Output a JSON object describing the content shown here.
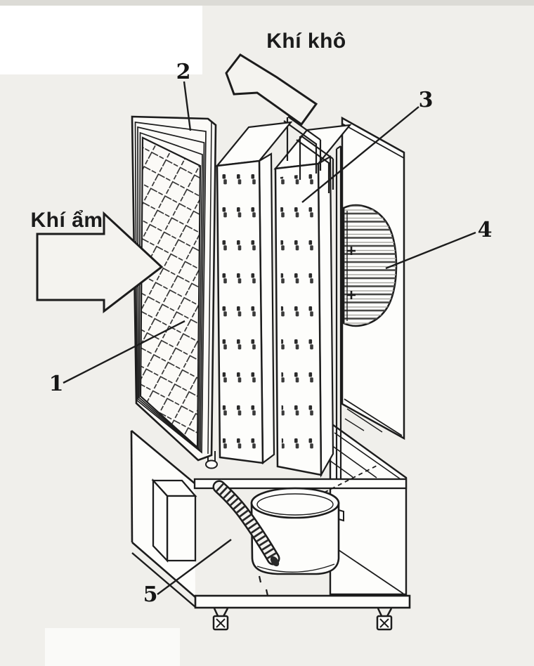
{
  "flow_labels": {
    "dry_air": "Khí khô",
    "humid_air": "Khí ẩm"
  },
  "parts": [
    {
      "label": "1"
    },
    {
      "label": "2"
    },
    {
      "label": "3"
    },
    {
      "label": "4"
    },
    {
      "label": "5"
    }
  ],
  "colors": {
    "line": "#1c1c1c",
    "paper": "#f0efeb",
    "panel_fill": "#fdfdfb",
    "top_band": "#dcdbd6",
    "mesh_line": "#2f2f2f",
    "stripe_dark": "#4a4a48",
    "stripe_light": "#a5a49f"
  }
}
